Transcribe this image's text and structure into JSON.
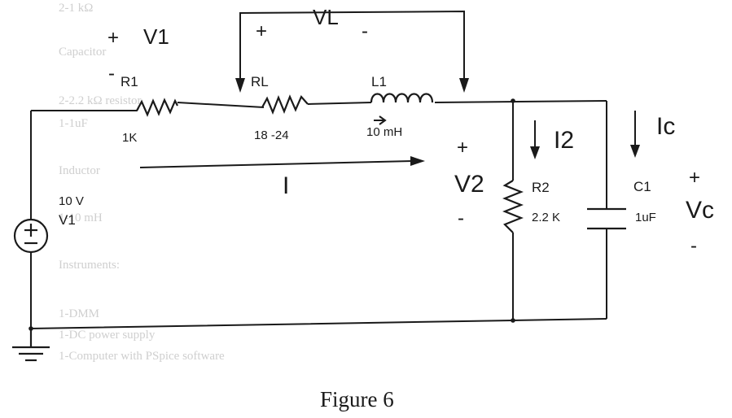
{
  "figure": {
    "caption": "Figure 6"
  },
  "components": {
    "r1": {
      "name": "R1",
      "value": "1K"
    },
    "rl": {
      "name": "RL",
      "value": "18 -24"
    },
    "l1": {
      "name": "L1",
      "value": "10 mH"
    },
    "r2": {
      "name": "R2",
      "value": "2.2 K"
    },
    "c1": {
      "name": "C1",
      "value": "1uF"
    },
    "source": {
      "name": "V1",
      "value": "10 V"
    }
  },
  "labels": {
    "v1": "V1",
    "vl": "VL",
    "v2": "V2",
    "vc": "Vc",
    "i": "I",
    "i2": "I2",
    "ic": "Ic",
    "plus": "+",
    "minus": "-"
  },
  "background_text": [
    "2-1 kΩ",
    "Capacitor",
    "2-2.2 kΩ resistor",
    "1-1uF",
    "Inductor",
    "1-10 mH",
    "Instruments:",
    "1-DMM",
    "1-DC power supply",
    "1-Computer with PSpice software"
  ]
}
